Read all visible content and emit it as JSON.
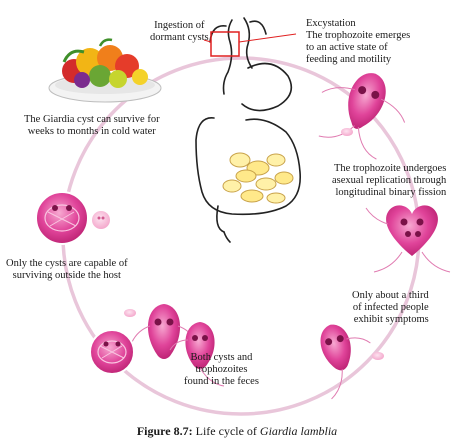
{
  "labels": {
    "ingestion": "Ingestion of\ndormant cysts",
    "excystation": "Excystation\nThe trophozoite emerges\nto an active state of\nfeeding and motility",
    "replication": "The trophozoite undergoes\nasexual replication through\nlongitudinal binary fission",
    "symptoms": "Only about a third\nof infected people\nexhibit symptoms",
    "feces": "Both cysts and\ntrophozoites\nfound in the feces",
    "survive_host": "Only the cysts are capable of\nsurviving outside the host",
    "cold_water": "The Giardia cyst can survive for\nweeks to months in cold water"
  },
  "caption": {
    "figure": "Figure 8.7:",
    "text": "Life cycle of",
    "species": "Giardia lamblia"
  },
  "colors": {
    "cycle_ring": "#e9c6da",
    "parasite": "#d62f86",
    "parasite_light": "#ee86bd",
    "highlight_box": "#e02020",
    "outline": "#222222",
    "fruit_bowl": "#f2f2f2"
  },
  "icons": [
    "fruit-bowl-icon",
    "digestive-tract-icon",
    "trophozoite-icon",
    "cyst-icon"
  ]
}
